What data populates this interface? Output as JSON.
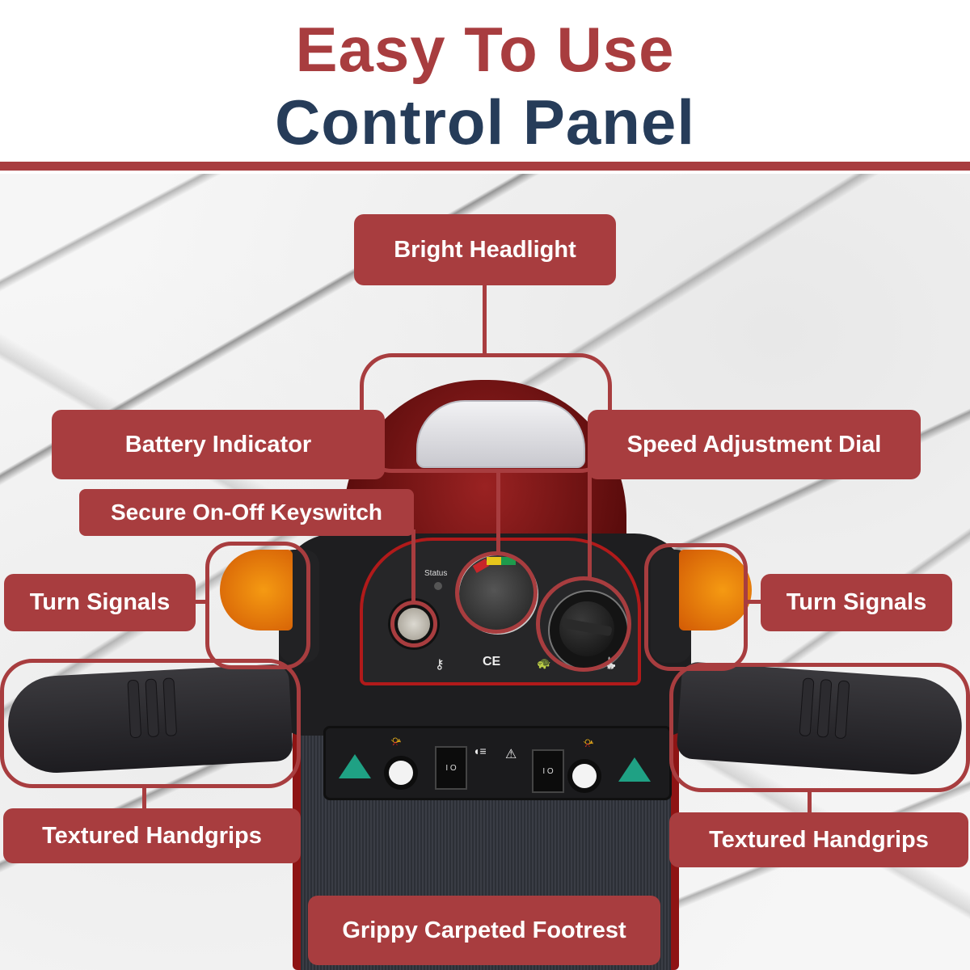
{
  "header": {
    "title_line1": "Easy To Use",
    "title_line2": "Control Panel",
    "colors": {
      "accent_red": "#a83d3f",
      "navy": "#263c59"
    }
  },
  "panel": {
    "status_label": "Status",
    "certification_mark": "CE",
    "key_symbol": "key-icon",
    "slow_symbol": "turtle-icon",
    "fast_symbol": "rabbit-icon",
    "battery_gauge_colors": [
      "#c8262a",
      "#e6c61c",
      "#1e9a4c"
    ],
    "rocker_switch_label": "I O"
  },
  "callouts": {
    "headlight": "Bright Headlight",
    "battery": "Battery Indicator",
    "speed_dial": "Speed Adjustment Dial",
    "keyswitch": "Secure On-Off Keyswitch",
    "turn_signals_left": "Turn Signals",
    "turn_signals_right": "Turn Signals",
    "handgrips_left": "Textured Handgrips",
    "handgrips_right": "Textured Handgrips",
    "footrest": "Grippy Carpeted Footrest"
  }
}
